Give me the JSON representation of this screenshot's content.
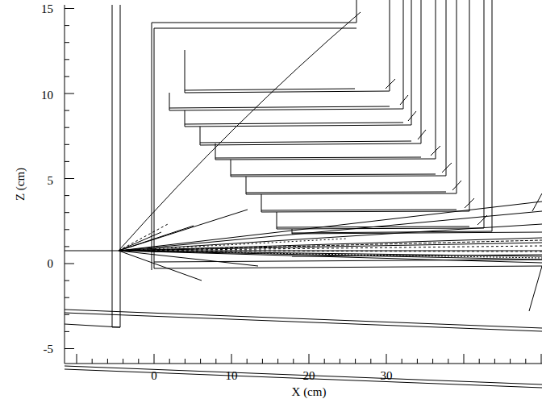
{
  "diagram": {
    "labels": [
      "15",
      "10",
      "5",
      "0",
      "-5",
      "0",
      "10",
      "20",
      "30",
      "X (cm)",
      "Z (cm)"
    ]
  }
}
